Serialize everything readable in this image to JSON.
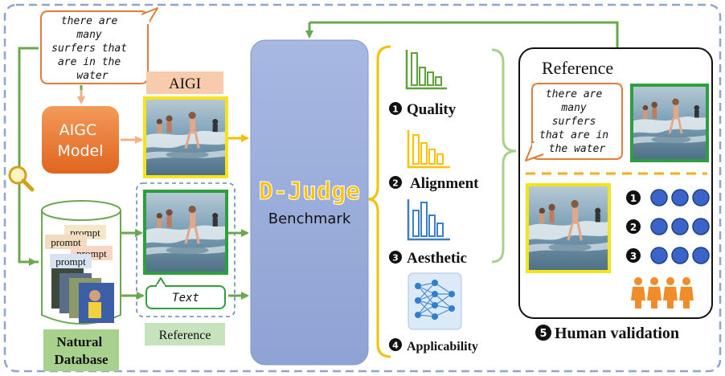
{
  "input_prompt": [
    "there are",
    "many",
    "surfers that",
    "are in the",
    "water"
  ],
  "aigc_model": {
    "line1": "AIGC",
    "line2": "Model"
  },
  "aigi_label": "AIGI",
  "database": {
    "prompt_tags": [
      "prompt",
      "prompt",
      "prompt",
      "prompt"
    ],
    "label_line1": "Natural",
    "label_line2": "Database"
  },
  "text_box_label": "Text",
  "reference_label_bottom": "Reference",
  "benchmark": {
    "title": "D-Judge",
    "subtitle": "Benchmark"
  },
  "metrics": [
    {
      "number": "1",
      "label": "Quality"
    },
    {
      "number": "2",
      "label": "Alignment"
    },
    {
      "number": "3",
      "label": "Aesthetic"
    },
    {
      "number": "4",
      "label": "Applicability"
    }
  ],
  "reference_panel": {
    "title": "Reference",
    "prompt": [
      "there are",
      "many",
      "surfers",
      "that are in",
      "the water"
    ]
  },
  "rating_rows": [
    {
      "number": "1",
      "dots": 3
    },
    {
      "number": "2",
      "dots": 3
    },
    {
      "number": "3",
      "dots": 3
    }
  ],
  "human_validation": {
    "number": "5",
    "label": "Human validation"
  },
  "colors": {
    "border_dashed": "#8ea3d6",
    "green_arrow": "#6aa84f",
    "orange_arrow": "#f4b183",
    "yellow_arrow": "#f2c100",
    "bubble_border": "#e07b39",
    "aigc_fill": "#e8742c",
    "aigi_bg": "#f8cbad",
    "benchmark_fill": "#9badd8",
    "benchmark_title": "#ffc000",
    "yellow_frame": "#f5e31c",
    "green_frame": "#2e9e3e",
    "reference_bg": "#c7e3be",
    "dot_fill": "#3a64c8",
    "people": "#f08c2a",
    "bar_green": "#5ea33a",
    "bar_yellow": "#ffc000",
    "bar_blue": "#3d7fc4"
  }
}
